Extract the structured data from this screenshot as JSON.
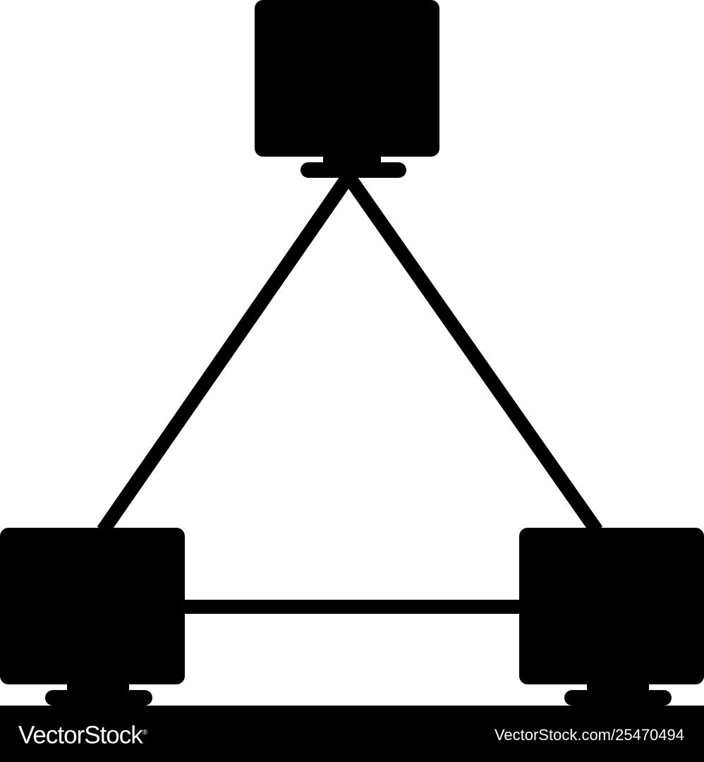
{
  "diagram": {
    "nodes": [
      {
        "id": "computer-top",
        "icon": "monitor-icon"
      },
      {
        "id": "computer-bottom-left",
        "icon": "monitor-icon"
      },
      {
        "id": "computer-bottom-right",
        "icon": "monitor-icon"
      }
    ],
    "edges": [
      {
        "from": "computer-top",
        "to": "computer-bottom-left"
      },
      {
        "from": "computer-top",
        "to": "computer-bottom-right"
      },
      {
        "from": "computer-bottom-left",
        "to": "computer-bottom-right"
      }
    ],
    "colors": {
      "foreground": "#000000",
      "background": "#ffffff"
    }
  },
  "watermark": {
    "brand": "VectorStock",
    "brand_mark": "®",
    "image_id": "VectorStock.com/25470494"
  }
}
